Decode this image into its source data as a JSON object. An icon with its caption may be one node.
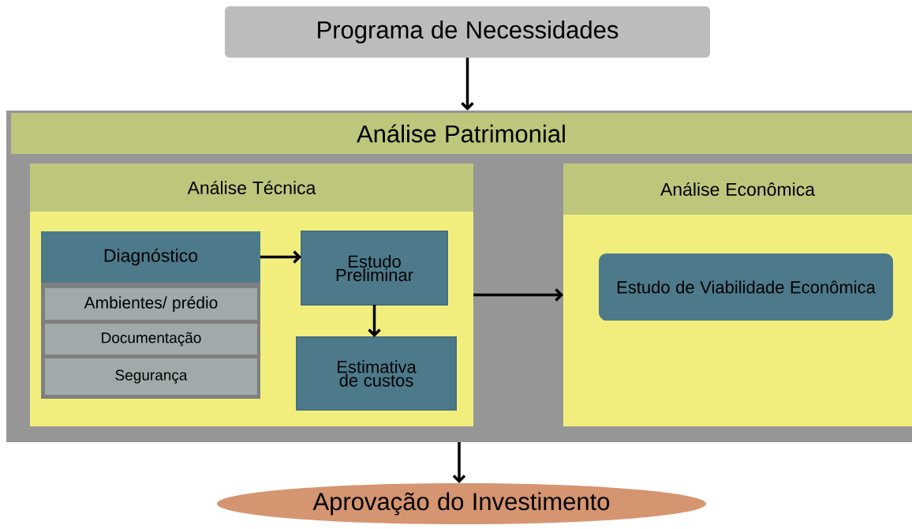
{
  "diagram": {
    "nodes": [
      {
        "text": [
          "Programa de Necessidades"
        ]
      },
      {
        "text": [
          "Análise Patrimonial"
        ]
      },
      {
        "text": [
          "Análise Técnica"
        ],
        "in": 1
      },
      {
        "text": [
          "Diagnóstico"
        ],
        "in": 2
      },
      {
        "text": [
          "Ambientes/ prédio"
        ],
        "in": 3
      },
      {
        "text": [
          "Documentação"
        ],
        "in": 3
      },
      {
        "text": [
          "Segurança"
        ],
        "in": 3
      },
      {
        "text": [
          "Estudo Preliminar"
        ],
        "in": 2
      },
      {
        "text": [
          "Estimativa de custos"
        ],
        "in": 2
      },
      {
        "text": [
          "Análise Econômica"
        ],
        "in": 1
      },
      {
        "text": [
          "Estudo de Viabilidade Econômica"
        ],
        "in": 9
      },
      {
        "text": [
          "Aprovação do Investimento"
        ]
      }
    ],
    "edges": [
      {
        "from": 0,
        "to": 1,
        "arrow": "to"
      },
      {
        "from": 3,
        "to": 7,
        "arrow": "to"
      },
      {
        "from": 7,
        "to": 8,
        "arrow": "to"
      },
      {
        "from": 2,
        "to": 9,
        "arrow": "to"
      },
      {
        "from": 1,
        "to": 11,
        "arrow": "to"
      }
    ]
  }
}
